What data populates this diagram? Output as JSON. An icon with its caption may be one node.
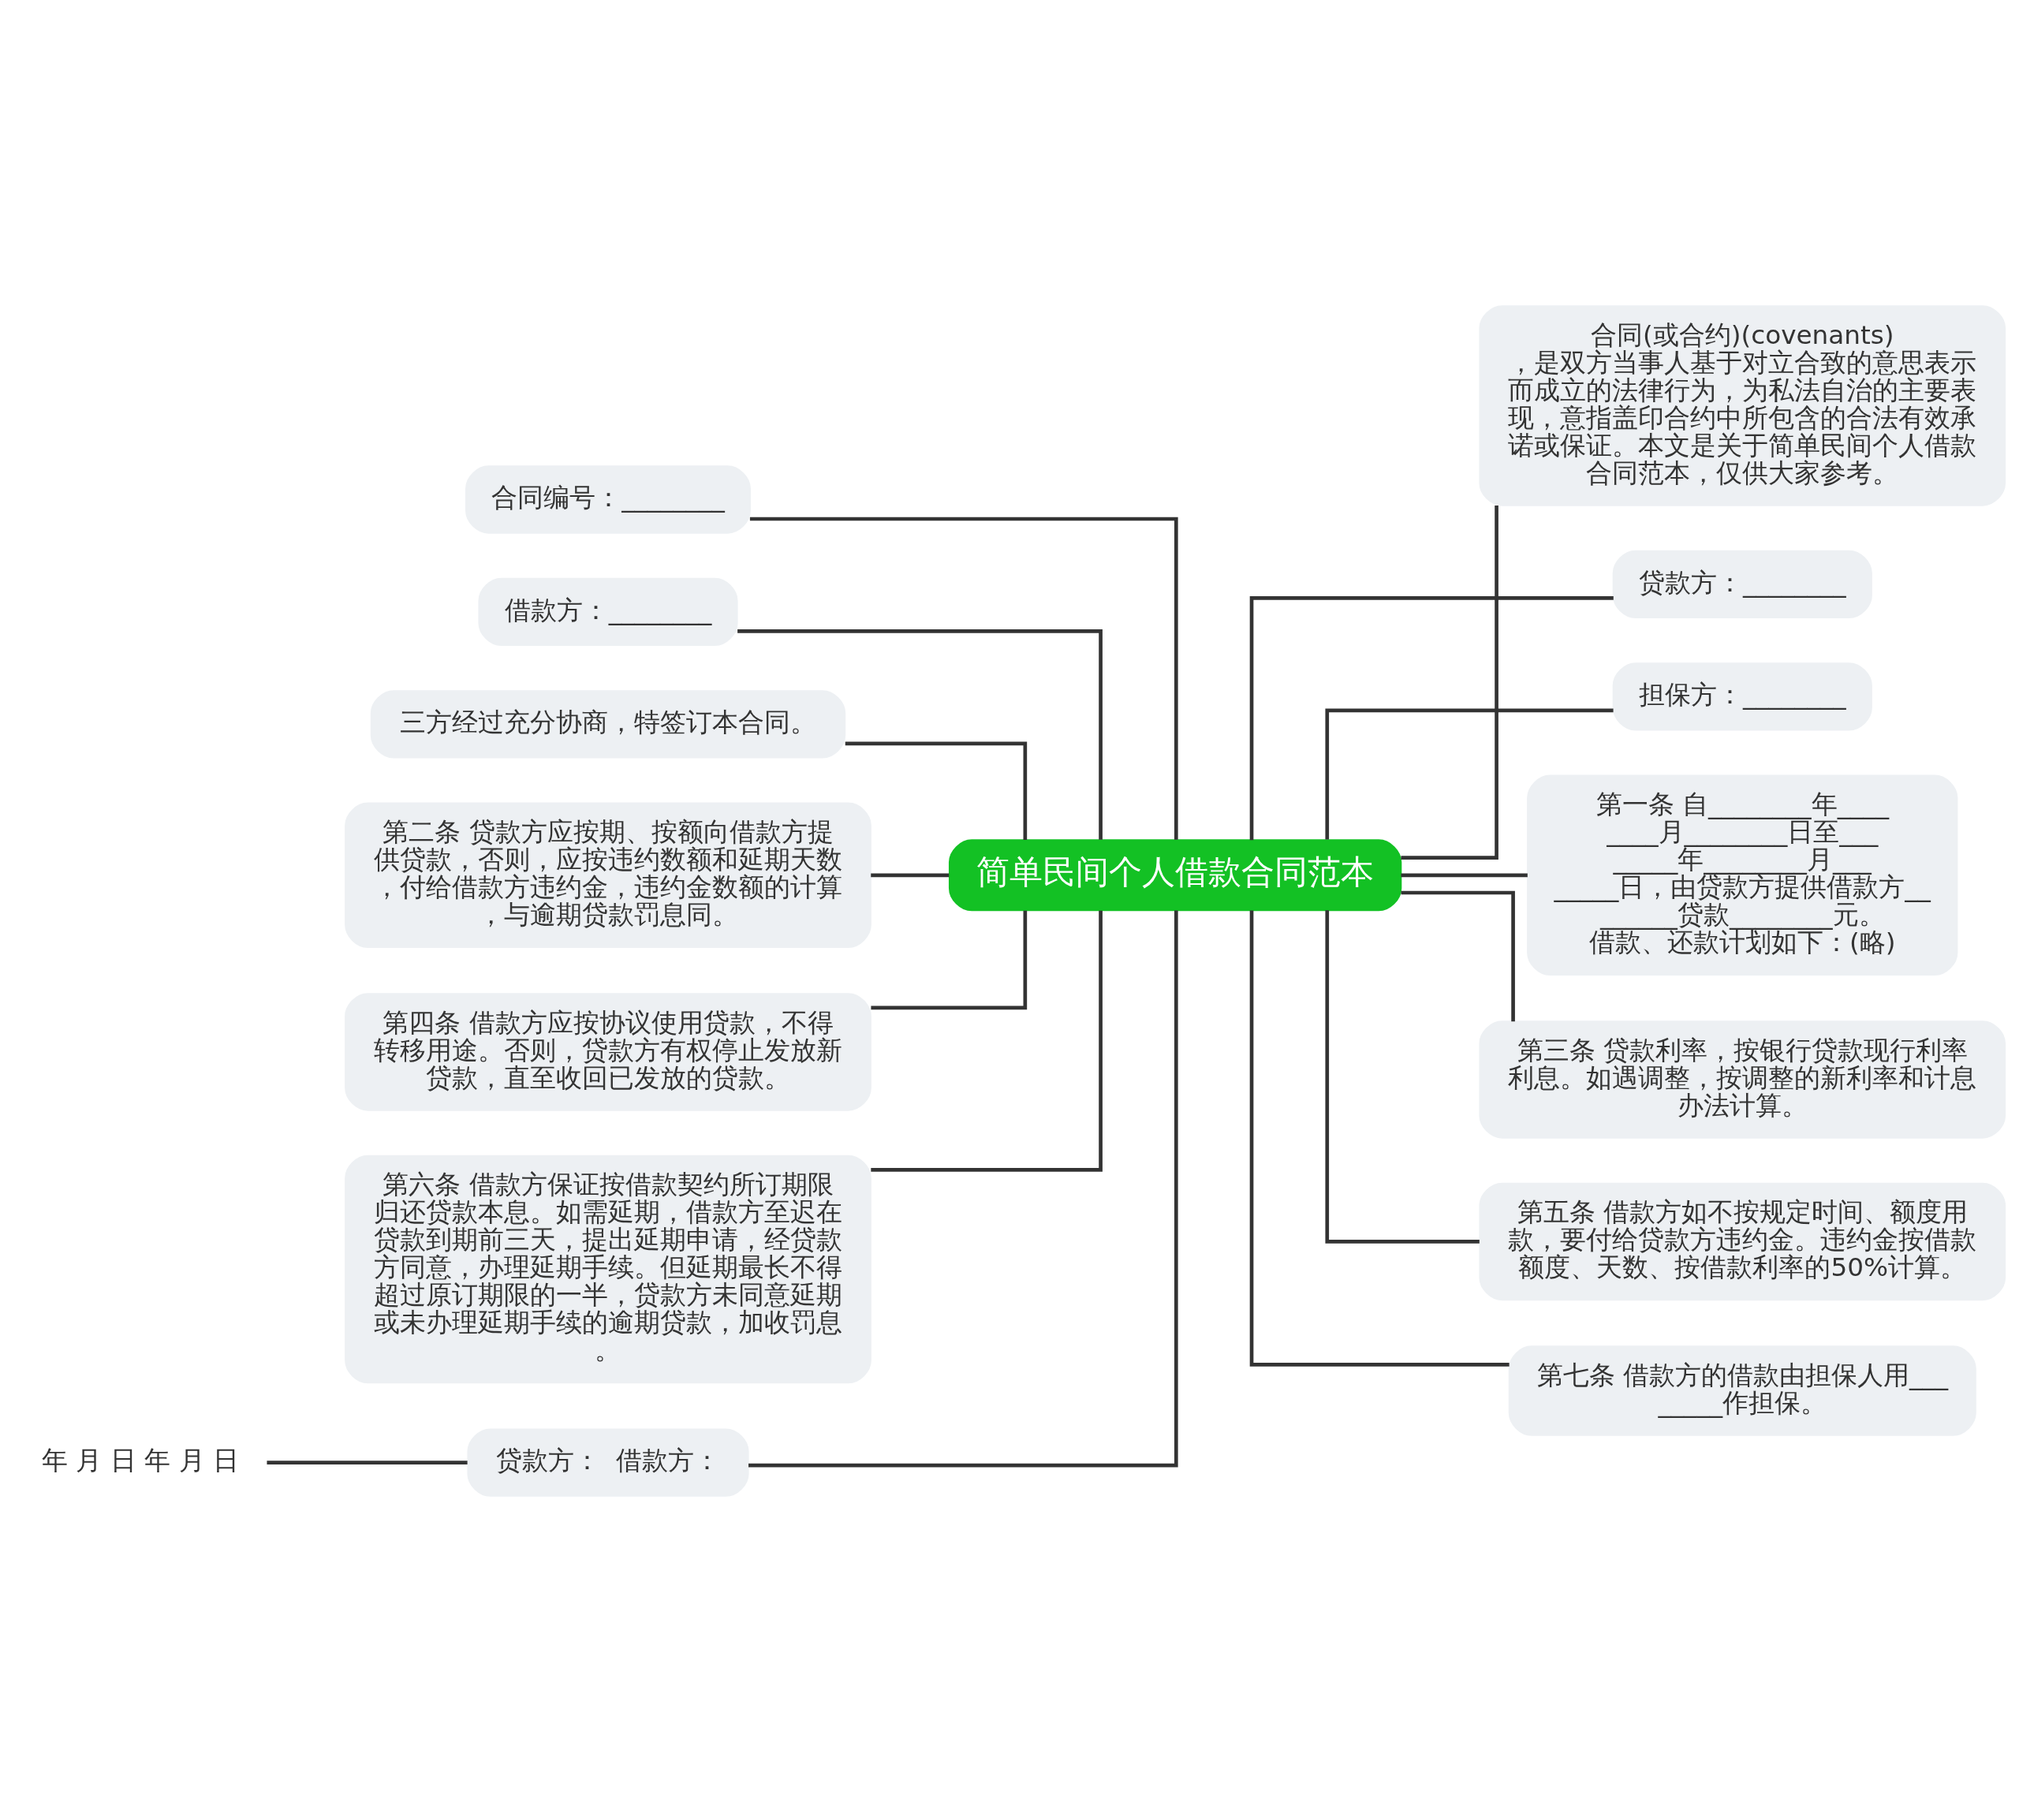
{
  "diagram": {
    "nodes": [
      {
        "text": [
          "简单民间个人借款合同范本"
        ]
      },
      {
        "text": [
          "合同编号：________"
        ]
      },
      {
        "text": [
          "借款方：________"
        ]
      },
      {
        "text": [
          "三方经过充分协商，特签订本合同。"
        ]
      },
      {
        "text": [
          "第二条 贷款方应按期、按额向借款方提供贷款，否则，应按违约数额和延期天数，付给借款方违约金，违约金数额的计算，与逾期贷款罚息同。"
        ]
      },
      {
        "text": [
          "第四条 借款方应按协议使用贷款，不得转移用途。否则，贷款方有权停止发放新贷款，直至收回已发放的贷款。"
        ]
      },
      {
        "text": [
          "第六条 借款方保证按借款契约所订期限归还贷款本息。如需延期，借款方至迟在贷款到期前三天，提出延期申请，经贷款方同意，办理延期手续。但延期最长不得超过原订期限的一半，贷款方未同意延期或未办理延期手续的逾期贷款，加收罚息。"
        ]
      },
      {
        "text": [
          "贷款方：  借款方："
        ]
      },
      {
        "text": [
          "合同(或合约)(covenants)，是双方当事人基于对立合致的意思表示而成立的法律行为，为私法自治的主要表现，意指盖印合约中所包含的合法有效承诺或保证。本文是关于简单民间个人借款合同范本，仅供大家参考。"
        ]
      },
      {
        "text": [
          "贷款方：________"
        ]
      },
      {
        "text": [
          "担保方：________"
        ]
      },
      {
        "text": [
          "第一条 自________年________月________日至________年________月________日，由贷款方提供借款方________贷款________元。借款、还款计划如下：(略)"
        ]
      },
      {
        "text": [
          "第三条 贷款利率，按银行贷款现行利率利息。如遇调整，按调整的新利率和计息办法计算。"
        ]
      },
      {
        "text": [
          "第五条 借款方如不按规定时间、额度用款，要付给贷款方违约金。违约金按借款额度、天数、按借款利率的50%计算。"
        ]
      },
      {
        "text": [
          "第七条 借款方的借款由担保人用________作担保。"
        ]
      },
      {
        "text": [
          "年 月 日 年 月 日"
        ]
      }
    ],
    "edges": [
      {
        "from": 0,
        "to": 1,
        "arrow": "none"
      },
      {
        "from": 0,
        "to": 2,
        "arrow": "none"
      },
      {
        "from": 0,
        "to": 3,
        "arrow": "none"
      },
      {
        "from": 0,
        "to": 4,
        "arrow": "none"
      },
      {
        "from": 0,
        "to": 5,
        "arrow": "none"
      },
      {
        "from": 0,
        "to": 6,
        "arrow": "none"
      },
      {
        "from": 0,
        "to": 7,
        "arrow": "none"
      },
      {
        "from": 0,
        "to": 8,
        "arrow": "none"
      },
      {
        "from": 0,
        "to": 9,
        "arrow": "none"
      },
      {
        "from": 0,
        "to": 10,
        "arrow": "none"
      },
      {
        "from": 0,
        "to": 11,
        "arrow": "none"
      },
      {
        "from": 0,
        "to": 12,
        "arrow": "none"
      },
      {
        "from": 0,
        "to": 13,
        "arrow": "none"
      },
      {
        "from": 0,
        "to": 14,
        "arrow": "none"
      },
      {
        "from": 7,
        "to": 15,
        "arrow": "none"
      }
    ]
  }
}
